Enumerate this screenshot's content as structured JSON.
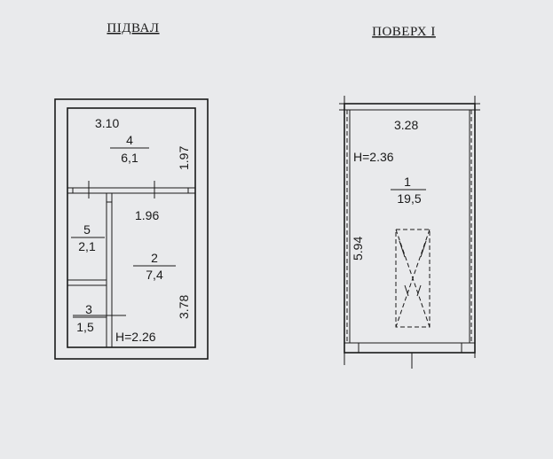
{
  "basement": {
    "title": "ПІДВАЛ",
    "rooms": [
      {
        "number": "4",
        "area": "6,1"
      },
      {
        "number": "5",
        "area": "2,1"
      },
      {
        "number": "2",
        "area": "7,4"
      },
      {
        "number": "3",
        "area": "1,5"
      }
    ],
    "dims": {
      "top_width": "3.10",
      "room4_height": "1.97",
      "room2_width": "1.96",
      "room2_height": "3.78"
    },
    "ceiling_height": "H=2.26"
  },
  "floor1": {
    "title": "ПОВЕРХ I",
    "room": {
      "number": "1",
      "area": "19,5"
    },
    "dims": {
      "width": "3.28",
      "length": "5.94"
    },
    "ceiling_height": "H=2.36"
  },
  "colors": {
    "paper": "#e9eaec",
    "ink": "#1a1a1a"
  }
}
